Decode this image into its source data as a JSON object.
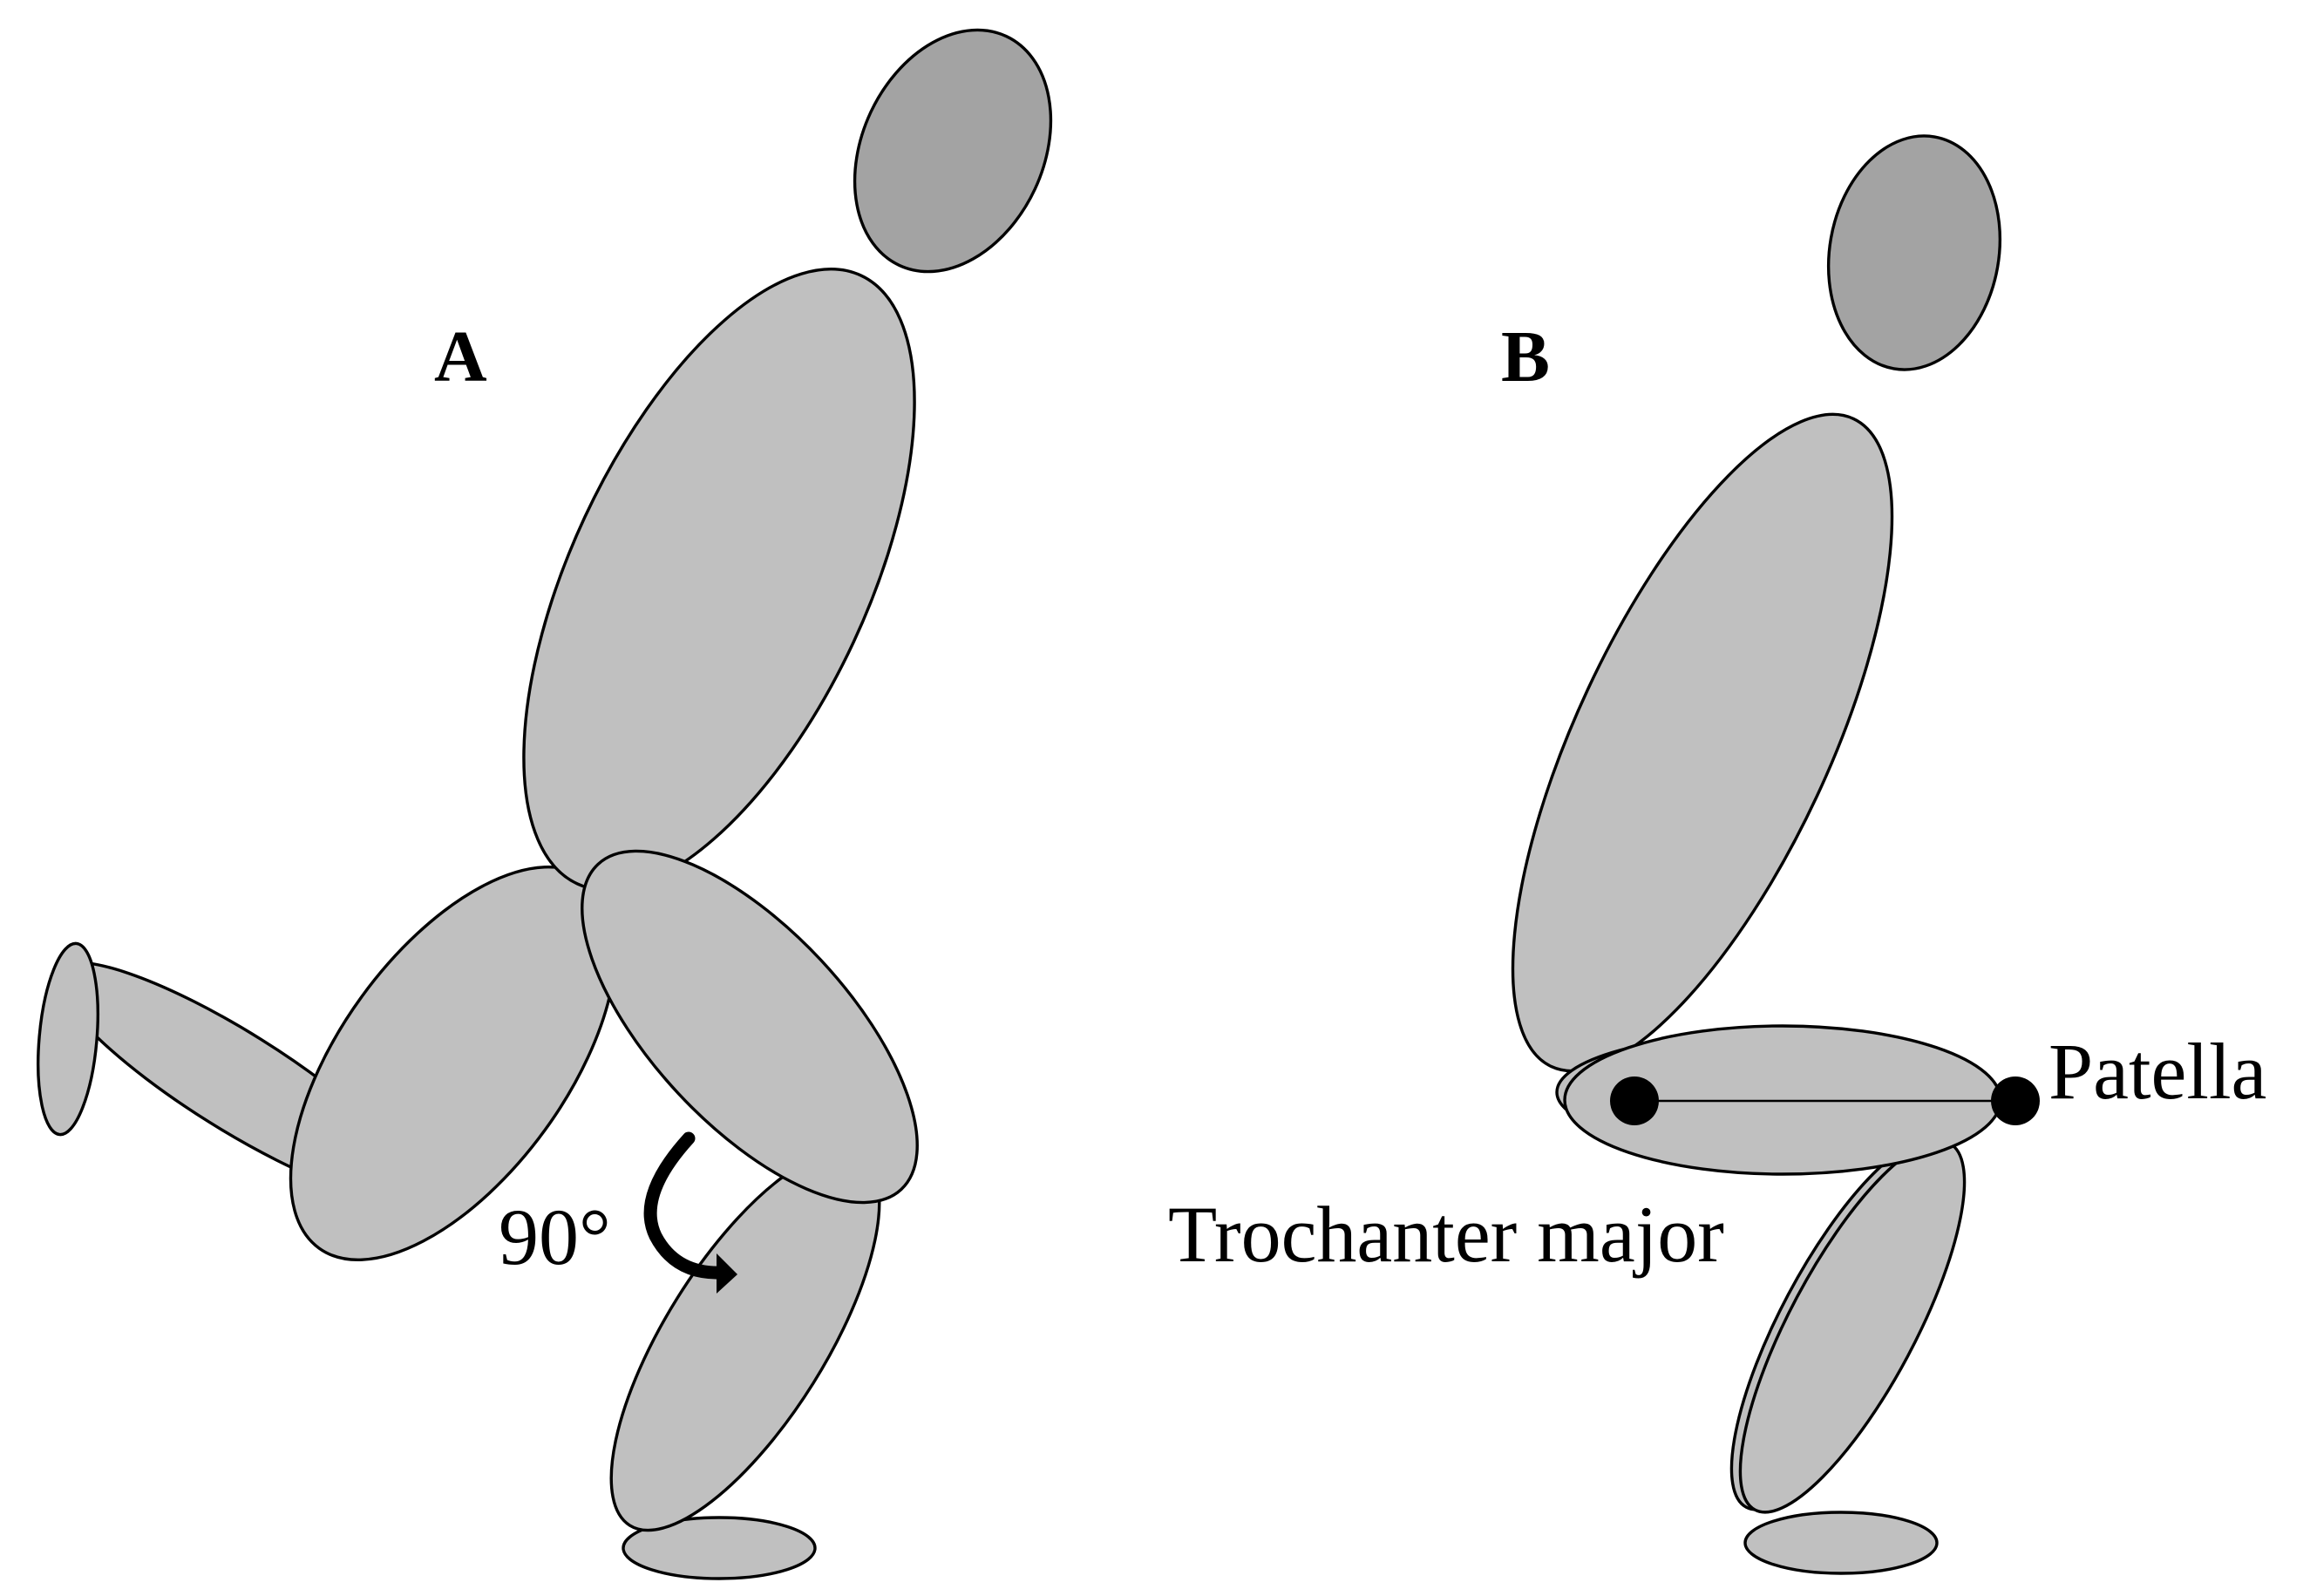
{
  "colors": {
    "head": "#a3a3a3",
    "body": "#c0c0c0",
    "outline": "#000000",
    "marker": "#000000",
    "text": "#000000",
    "background": "#ffffff"
  },
  "panels": {
    "a": {
      "label": "A",
      "angle_label": "90°"
    },
    "b": {
      "label": "B",
      "patella_label": "Patella",
      "trochanter_label": "Trochanter major"
    }
  }
}
